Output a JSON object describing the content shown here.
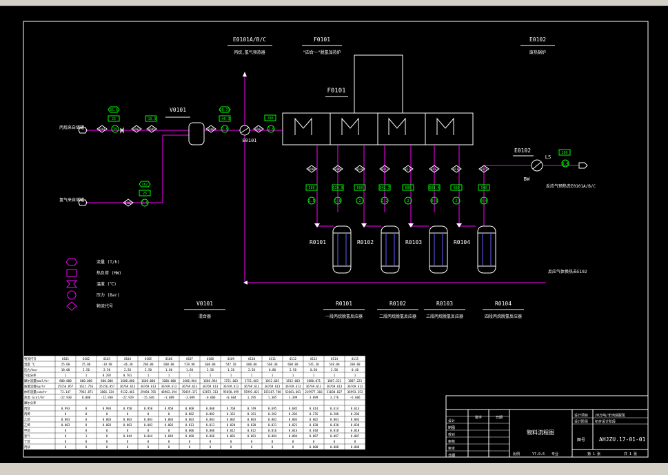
{
  "window": {
    "background": "#000000",
    "frame_color": "#ffffff"
  },
  "colors": {
    "line": "#ff00ff",
    "tag": "#00ff00",
    "text": "#ffffff",
    "equip": "#ffffff"
  },
  "top_labels": [
    {
      "id": "E0101A/B/C",
      "desc": "丙烷,氢气预热器"
    },
    {
      "id": "F0101",
      "desc": "\"四合一\"脱氢加热炉"
    },
    {
      "id": "E0102",
      "desc": "废热锅炉"
    }
  ],
  "furnace_label": "F0101",
  "v0101_label": "V0101",
  "e0101_label": "E0101",
  "e0102_label": "E0102",
  "ls_label": "LS",
  "bw_label": "BW",
  "feeds": [
    {
      "label": "丙烷来自储罐",
      "flow": "35.6",
      "temp": "25",
      "press": "-19.9",
      "node1": "0101",
      "node2": "0102",
      "node3": "0105"
    },
    {
      "label": "氢气来自储罐",
      "flow": "262",
      "temp": "25",
      "press": "2.5",
      "node1": "0102",
      "node2": "",
      "node3": ""
    }
  ],
  "mix_tags": {
    "flow": "26.77",
    "temp": "-46.3",
    "press": "2.5",
    "node": "0106"
  },
  "e0101_out": {
    "node": "0107",
    "temp": "200",
    "press": "2.5"
  },
  "furnace_streams": [
    {
      "node": "0108",
      "temp": "580",
      "press": "2.5"
    },
    {
      "node": "0109",
      "temp": "539.9",
      "press": "1.8"
    },
    {
      "node": "0110",
      "temp": "600",
      "press": "2"
    },
    {
      "node": "0111",
      "temp": "542.7",
      "press": "1.2"
    },
    {
      "node": "0112",
      "temp": "600",
      "press": "2"
    },
    {
      "node": "0113",
      "temp": "560.4",
      "press": "0.6"
    },
    {
      "node": "0114",
      "temp": "600",
      "press": "2"
    },
    {
      "node": "0115",
      "temp": "540",
      "press": "0.4"
    }
  ],
  "e0102_tags": {
    "node": "0115",
    "temp": "200",
    "press": "0.4"
  },
  "outlet_label": "反应气预热去E0101A/B/C",
  "return_label": "反应气体换热去E102",
  "reactors": [
    "R0101",
    "R0102",
    "R0103",
    "R0104"
  ],
  "bottom_labels": [
    {
      "id": "V0101",
      "desc": "混合器"
    },
    {
      "id": "R0101",
      "desc": "一段丙烷脱氢反应器"
    },
    {
      "id": "R0102",
      "desc": "二段丙烷脱氢反应器"
    },
    {
      "id": "R0103",
      "desc": "三段丙烷脱氢反应器"
    },
    {
      "id": "R0104",
      "desc": "四段丙烷脱氢反应器"
    }
  ],
  "legend": [
    {
      "shape": "hexagon",
      "text": "流量 (T/h)"
    },
    {
      "shape": "rect",
      "text": "热负荷 (MW)"
    },
    {
      "shape": "bowtie",
      "text": "温度 (℃)"
    },
    {
      "shape": "circle",
      "text": "压力 (Bar)"
    },
    {
      "shape": "diamond",
      "text": "物流代号"
    }
  ],
  "table": {
    "header": [
      "物流代号",
      "0101",
      "0102",
      "0103",
      "0104",
      "0105",
      "0106",
      "0107",
      "0108",
      "0109",
      "0110",
      "0111",
      "0112",
      "0113",
      "0114",
      "0115"
    ],
    "rows": [
      [
        "温度 ℃",
        "25.00",
        "25.00",
        "-19.90",
        "-46.30",
        "200.00",
        "600.00",
        "539.90",
        "600.00",
        "547.10",
        "600.00",
        "560.40",
        "600.00",
        "541.30",
        "540.00",
        "200.00"
      ],
      [
        "压力/bar",
        "18.00",
        "2.50",
        "2.50",
        "2.50",
        "2.50",
        "1.60",
        "1.60",
        "2.50",
        "1.20",
        "2.50",
        "0.80",
        "2.50",
        "0.60",
        "2.50",
        "0.40"
      ],
      [
        "汽化分率",
        "1",
        "1",
        "0.292",
        "0.761",
        "1",
        "1",
        "1",
        "1",
        "1",
        "1",
        "1",
        "1",
        "1",
        "1",
        "1"
      ],
      [
        "摩尔流量kmol/hr",
        "800.000",
        "800.000",
        "800.000",
        "1600.000",
        "1600.000",
        "1600.000",
        "1686.964",
        "1686.964",
        "1751.603",
        "1751.603",
        "1812.603",
        "1812.603",
        "1880.071",
        "1887.223",
        "1887.223"
      ],
      [
        "质量流量kg/hr",
        "35156.857",
        "1612.756",
        "35156.857",
        "36769.613",
        "36769.613",
        "36769.613",
        "36769.613",
        "36769.613",
        "36769.613",
        "36769.613",
        "36769.613",
        "36769.613",
        "36769.613",
        "36769.613",
        "36769.613"
      ],
      [
        "体积流量cum/hr",
        "73.147",
        "7963.871",
        "1866.134",
        "9132.461",
        "29484.765",
        "46903.194",
        "70459.171",
        "63872.313",
        "95850.499",
        "55993.021",
        "155187.788",
        "53681.601",
        "219977.366",
        "51030.827",
        "36993.353"
      ],
      [
        "热流 Gcal/hr",
        "-22.930",
        "0.000",
        "-22.930",
        "-22.929",
        "-15.646",
        "-3.089",
        "-3.089",
        "-0.606",
        "-0.604",
        "1.395",
        "1.305",
        "3.399",
        "3.099",
        "3.276",
        "-6.606"
      ],
      [
        "摩尔分率",
        "",
        "",
        "",
        "",
        "",
        "",
        "",
        "",
        "",
        "",
        "",
        "",
        "",
        "",
        ""
      ],
      [
        "丙烷",
        "0.993",
        "0",
        "0.993",
        "0.950",
        "0.950",
        "0.950",
        "0.868",
        "0.868",
        "0.768",
        "0.749",
        "0.695",
        "0.685",
        "0.614",
        "0.614",
        "0.614"
      ],
      [
        "丙烯",
        "0",
        "0",
        "0",
        "0",
        "0",
        "0",
        "0.082",
        "0.082",
        "0.161",
        "0.161",
        "0.202",
        "0.202",
        "0.276",
        "0.286",
        "0.286"
      ],
      [
        "乙烷",
        "0.003",
        "0",
        "0.003",
        "0.003",
        "0.003",
        "0.003",
        "0.003",
        "0.003",
        "0.002",
        "0.003",
        "0.002",
        "0.003",
        "0.002",
        "0.003",
        "0.003"
      ],
      [
        "乙烯",
        "0.003",
        "0",
        "0.003",
        "0.003",
        "0.003",
        "0.003",
        "0.013",
        "0.013",
        "0.020",
        "0.020",
        "0.021",
        "0.021",
        "0.030",
        "0.030",
        "0.030"
      ],
      [
        "甲烷",
        "0",
        "0",
        "0",
        "0",
        "0",
        "0",
        "0.006",
        "0.006",
        "0.012",
        "0.012",
        "0.016",
        "0.016",
        "0.018",
        "0.018",
        "0.018"
      ],
      [
        "氢气",
        "0",
        "1",
        "0",
        "0.044",
        "0.044",
        "0.044",
        "0.068",
        "0.068",
        "0.081",
        "0.081",
        "0.084",
        "0.084",
        "0.087",
        "0.087",
        "0.087"
      ],
      [
        "丁烷",
        "0",
        "0",
        "0",
        "0",
        "0",
        "0",
        "0",
        "0",
        "0",
        "0",
        "0",
        "0",
        "0",
        "0",
        "0"
      ],
      [
        "丙炔",
        "0",
        "0",
        "0",
        "0",
        "0",
        "0",
        "0",
        "0",
        "0",
        "0",
        "0",
        "0",
        "0.008",
        "0.008",
        "0.008"
      ]
    ]
  },
  "title_block": {
    "left_rows": [
      "设计",
      "制图",
      "校对",
      "审核",
      "审定",
      "日期"
    ],
    "signature_head": [
      "签字",
      "日期"
    ],
    "center_title": "物料流程图",
    "right_top": [
      [
        "设计项目",
        "20万吨/年丙烷脱氢"
      ],
      [
        "设计阶段",
        "初步设计阶段"
      ]
    ],
    "dwg_no_label": "图号",
    "dwg_no": "AHJZU.17-01-01",
    "sheet_total": "共 1 张",
    "sheet_no": "第 1 张",
    "bottom_row": [
      "比例",
      "Y7.0.6",
      "专业"
    ]
  }
}
